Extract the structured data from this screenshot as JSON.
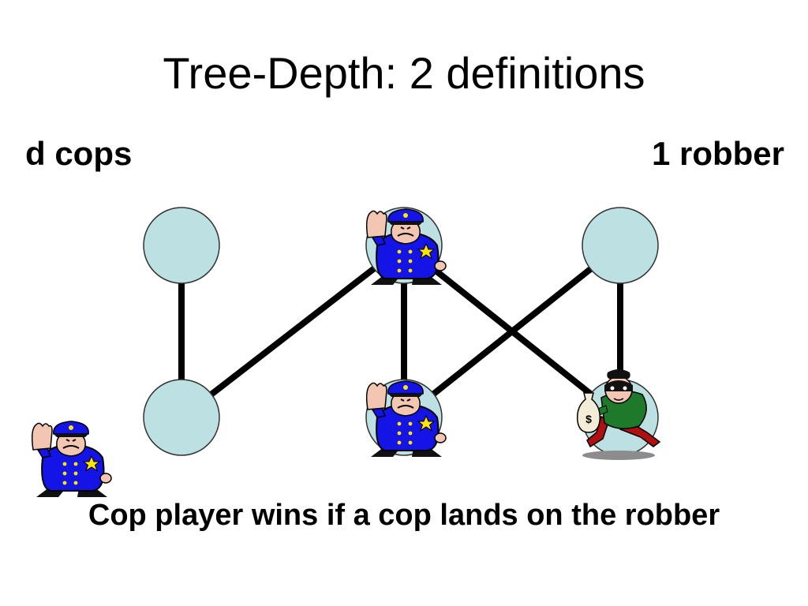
{
  "slide": {
    "title": "Tree-Depth: 2 definitions",
    "left_label": "d cops",
    "right_label": "1 robber",
    "caption": "Cop player wins if a cop lands on the robber"
  },
  "colors": {
    "node_fill": "#bde0e3",
    "node_stroke": "#333333",
    "edge": "#000000",
    "cop_uniform": "#1414e6",
    "cop_skin": "#f2c6b0",
    "badge": "#ffe600",
    "robber_shirt": "#1e7a2a",
    "robber_pants": "#b01010",
    "money_bag": "#f3ecd6",
    "shadow": "#8c8c8c"
  },
  "graph": {
    "nodes": [
      {
        "id": "top-left"
      },
      {
        "id": "top-middle"
      },
      {
        "id": "top-right"
      },
      {
        "id": "bottom-left"
      },
      {
        "id": "bottom-middle"
      },
      {
        "id": "bottom-right"
      }
    ],
    "edges": [
      {
        "from": "top-left",
        "to": "bottom-left"
      },
      {
        "from": "bottom-left",
        "to": "top-middle"
      },
      {
        "from": "top-middle",
        "to": "bottom-middle"
      },
      {
        "from": "top-middle",
        "to": "bottom-right"
      },
      {
        "from": "top-right",
        "to": "bottom-middle"
      },
      {
        "from": "top-right",
        "to": "bottom-right"
      }
    ],
    "cops_on_nodes": [
      "top-middle",
      "bottom-middle"
    ],
    "robber_on_node": "bottom-right",
    "spare_cops_off_graph": 1,
    "money_bag_symbol": "$"
  }
}
